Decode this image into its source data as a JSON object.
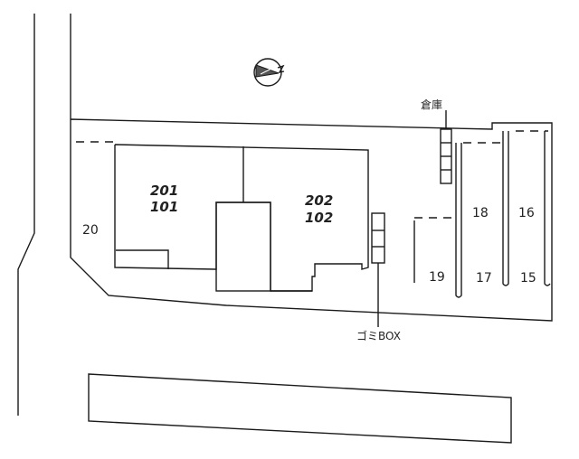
{
  "units": {
    "left_upper": "201",
    "left_lower": "101",
    "right_upper": "202",
    "right_lower": "102"
  },
  "labels": {
    "storage": "倉庫",
    "trash": "ゴミBOX"
  },
  "parking": {
    "space_20": "20",
    "space_19": "19",
    "space_18": "18",
    "space_17": "17",
    "space_16": "16",
    "space_15": "15"
  },
  "icons": {
    "north": "north-arrow-icon"
  }
}
